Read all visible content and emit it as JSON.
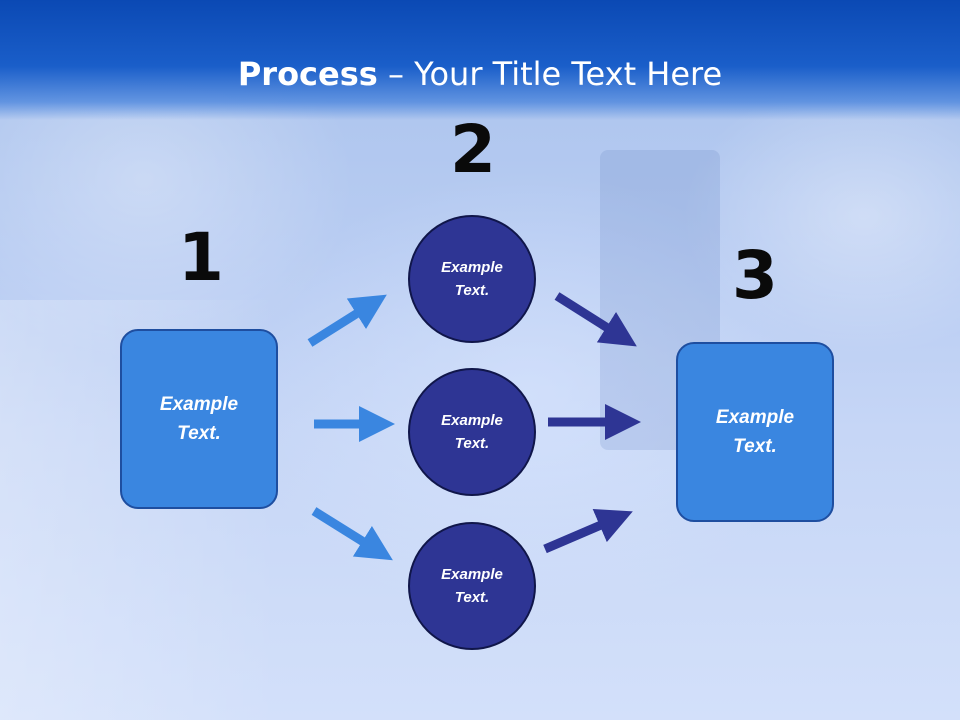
{
  "slide": {
    "title_bold": "Process",
    "title_rest": " – Your Title Text Here"
  },
  "steps": {
    "one": {
      "number": "1",
      "text": "Example\nText."
    },
    "two": {
      "number": "2",
      "circles": [
        {
          "text": "Example\nText."
        },
        {
          "text": "Example\nText."
        },
        {
          "text": "Example\nText."
        }
      ]
    },
    "three": {
      "number": "3",
      "text": "Example\nText."
    }
  },
  "colors": {
    "box_fill": "#3a86e0",
    "circle_fill": "#2e3594",
    "arrow_light": "#3a86e0",
    "arrow_dark": "#2e3594",
    "header": "#0b49b4"
  }
}
